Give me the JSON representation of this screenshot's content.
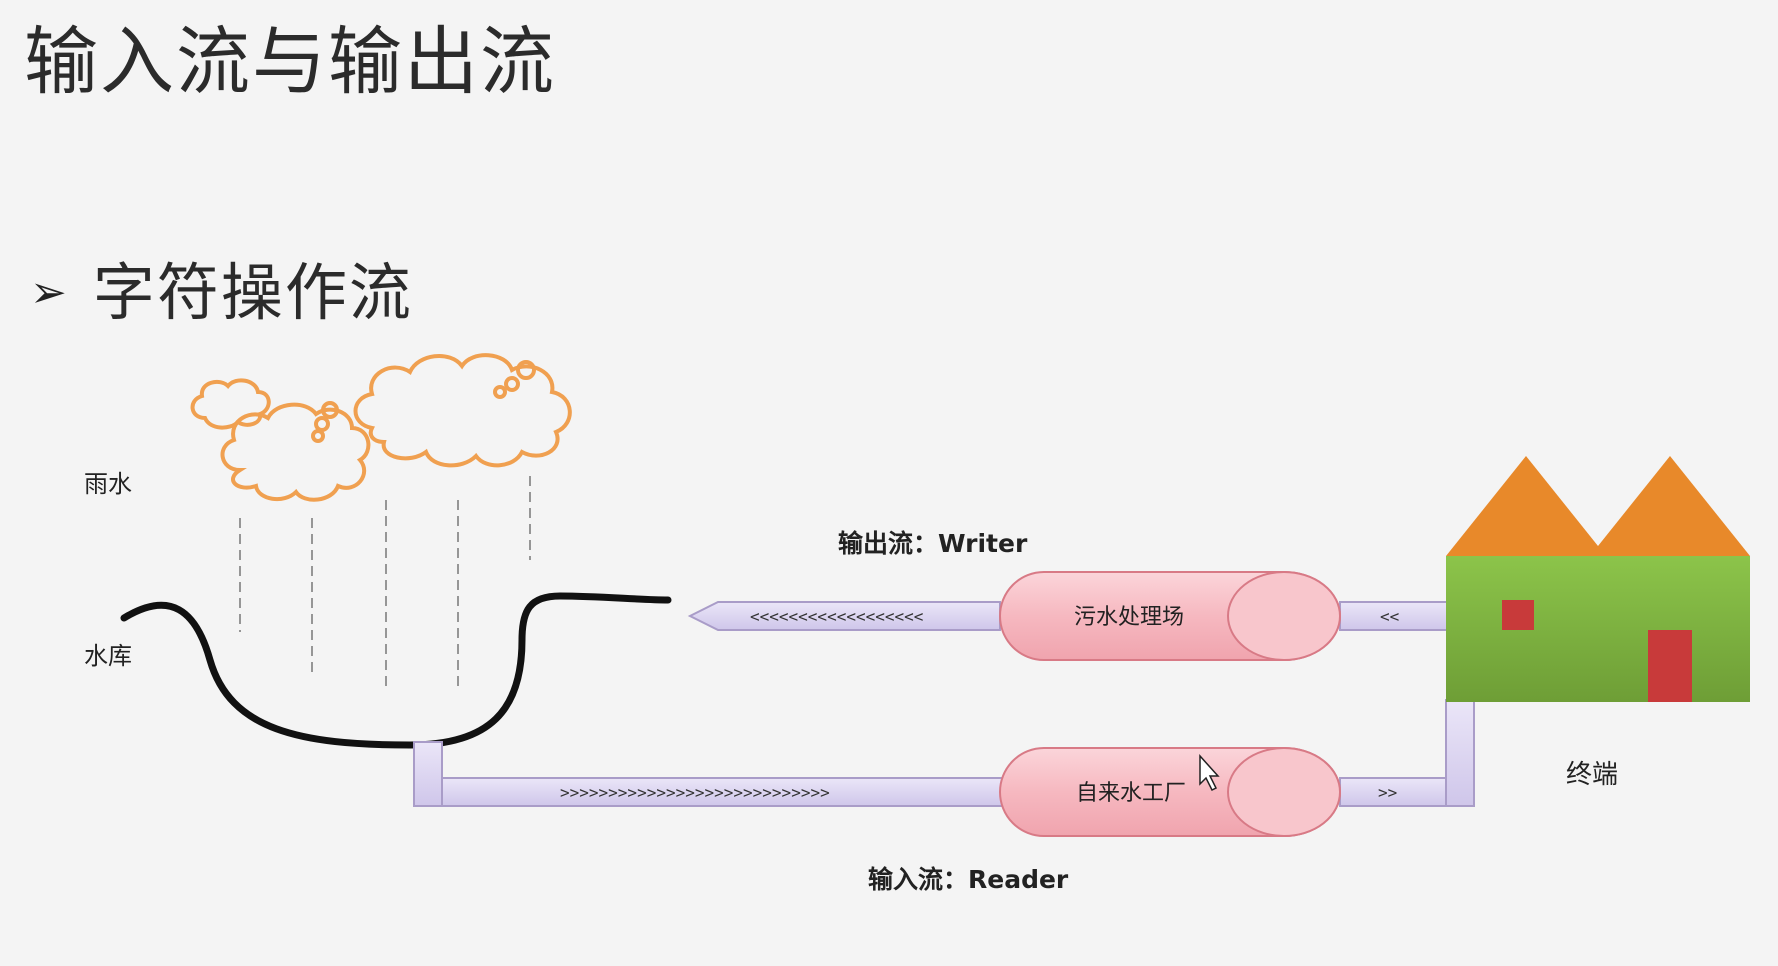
{
  "slide": {
    "title": "输入流与输出流",
    "bullet_marker": "➢",
    "bullet_text": "字符操作流"
  },
  "diagram": {
    "rain_label": "雨水",
    "reservoir_label": "水库",
    "terminal_label": "终端",
    "output_stream_label": "输出流：Writer",
    "input_stream_label": "输入流：Reader",
    "sewage_plant_label": "污水处理场",
    "water_plant_label": "自来水工厂",
    "output_arrows_long": "<<<<<<<<<<<<<<<<<<",
    "output_arrows_short": "<<",
    "input_arrows_long": ">>>>>>>>>>>>>>>>>>>>>>>>>>>>",
    "input_arrows_short": ">>",
    "colors": {
      "cloud_stroke": "#f0a050",
      "pipe_fill": "#ddd6f0",
      "pipe_stroke": "#a99cc8",
      "tank_fill": "#f8c6cc",
      "tank_stroke": "#d87a86",
      "roof_fill": "#e8892a",
      "house_fill": "#7fb040",
      "window_fill": "#c83a3a"
    }
  }
}
